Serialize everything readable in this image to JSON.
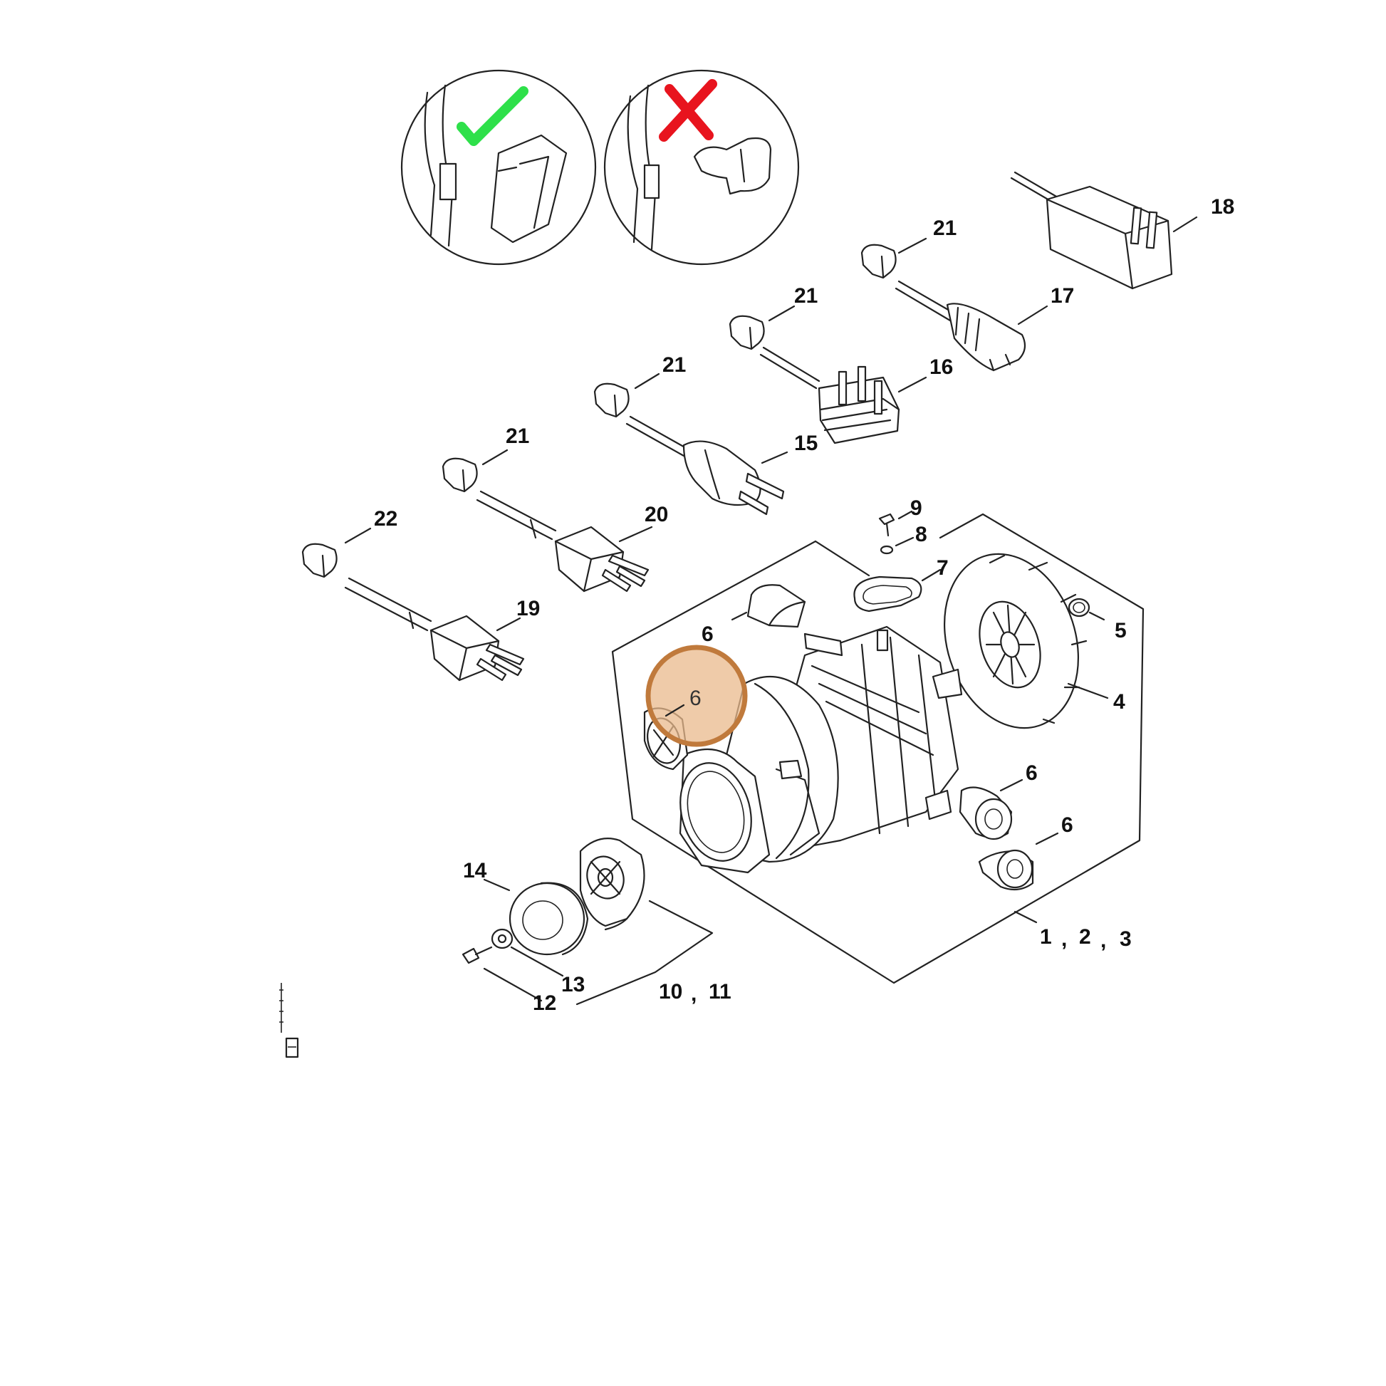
{
  "callouts": {
    "c1": "1",
    "c2": "2",
    "c3": "3",
    "c4": "4",
    "c5": "5",
    "c6": "6",
    "c7": "7",
    "c8": "8",
    "c9": "9",
    "c10": "10",
    "c11": "11",
    "c12": "12",
    "c13": "13",
    "c14": "14",
    "c15": "15",
    "c16": "16",
    "c17": "17",
    "c18": "18",
    "c19": "19",
    "c20": "20",
    "c21": "21",
    "c22": "22",
    "comma": ","
  },
  "highlight": {
    "label": "6",
    "fill": "#e9b98c",
    "stroke": "#c07a3c"
  },
  "indicators": {
    "correct_color": "#2ee04a",
    "wrong_color": "#e8141e"
  },
  "icons": {
    "correct": "check-mark-icon",
    "wrong": "x-mark-icon"
  }
}
